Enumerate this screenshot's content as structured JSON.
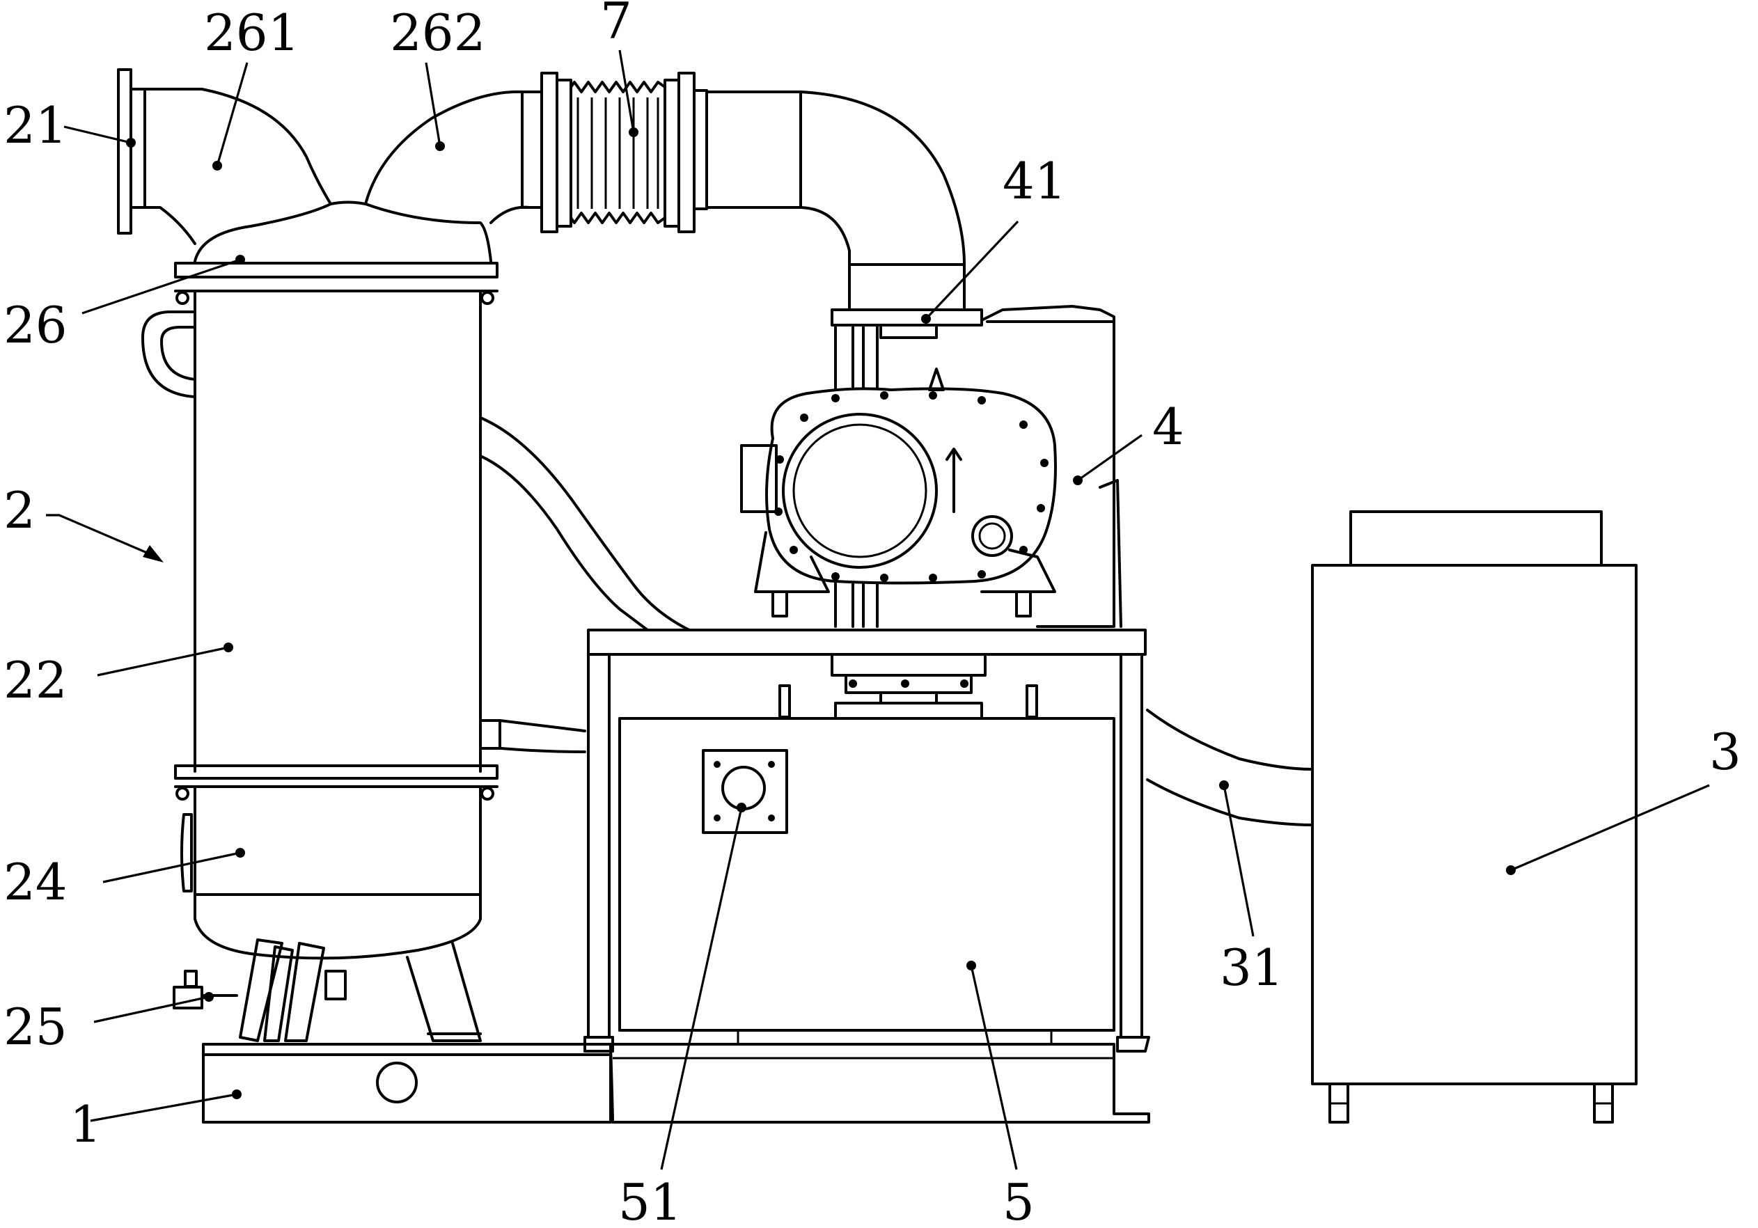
{
  "figure": {
    "callouts": {
      "c_21": "21",
      "c_261": "261",
      "c_262": "262",
      "c_7": "7",
      "c_41": "41",
      "c_4": "4",
      "c_26": "26",
      "c_2": "2",
      "c_22": "22",
      "c_24": "24",
      "c_25": "25",
      "c_1": "1",
      "c_51": "51",
      "c_5": "5",
      "c_31": "31",
      "c_3": "3"
    }
  }
}
